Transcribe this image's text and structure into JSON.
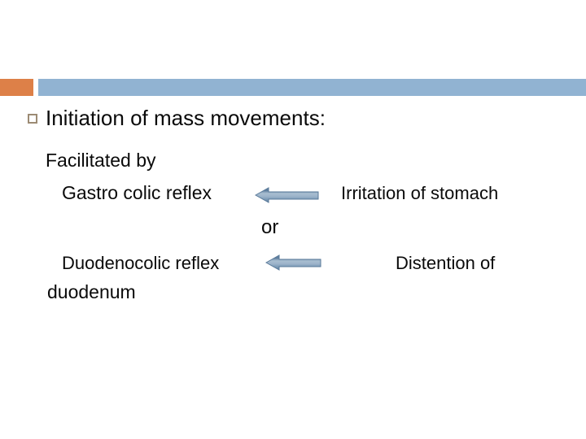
{
  "slide": {
    "title": {
      "bullet": "hollow-square-bullet",
      "text": "Initiation of mass movements:"
    },
    "body": {
      "facilitated_by": "Facilitated by",
      "left_cause_1": "Gastro colic reflex",
      "right_cause_1": "Irritation of stomach",
      "connector": "or",
      "left_cause_2": "Duodenocolic reflex",
      "right_cause_2": "Distention of",
      "right_cause_2_cont": "duodenum"
    },
    "arrows": [
      {
        "name": "arrow-gastro-colic",
        "direction": "left"
      },
      {
        "name": "arrow-duodenocolic",
        "direction": "left"
      }
    ],
    "colors": {
      "accent_orange": "#dd8048",
      "band_blue": "#91b3d2",
      "bullet_border": "#9c8b74",
      "arrow_fill_light": "#9db4ca",
      "arrow_fill_dark": "#5a7a9a",
      "text": "#0a0a0a",
      "background": "#ffffff"
    }
  }
}
